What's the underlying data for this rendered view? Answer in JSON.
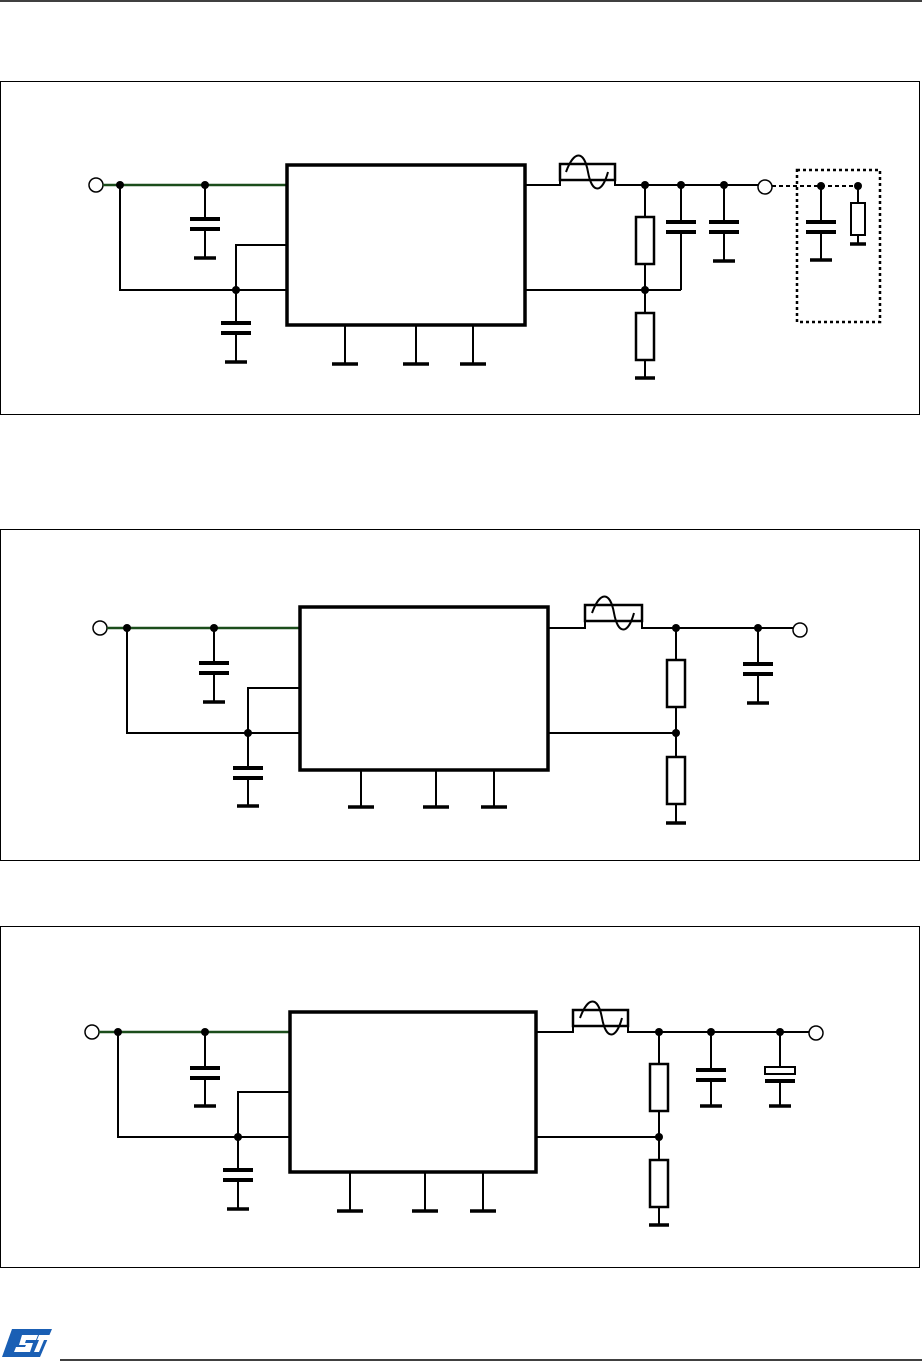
{
  "page": {
    "logo_text": "ST",
    "colors": {
      "logo": "#1a5fb4",
      "input_wire": "#1b4d1b"
    }
  },
  "figures": [
    {
      "id": "figure-1",
      "output_option_box": true,
      "output_capacitors": 2,
      "polarized_output_cap": false
    },
    {
      "id": "figure-2",
      "output_option_box": false,
      "output_capacitors": 1,
      "polarized_output_cap": false
    },
    {
      "id": "figure-3",
      "output_option_box": false,
      "output_capacitors": 2,
      "polarized_output_cap": true
    }
  ]
}
